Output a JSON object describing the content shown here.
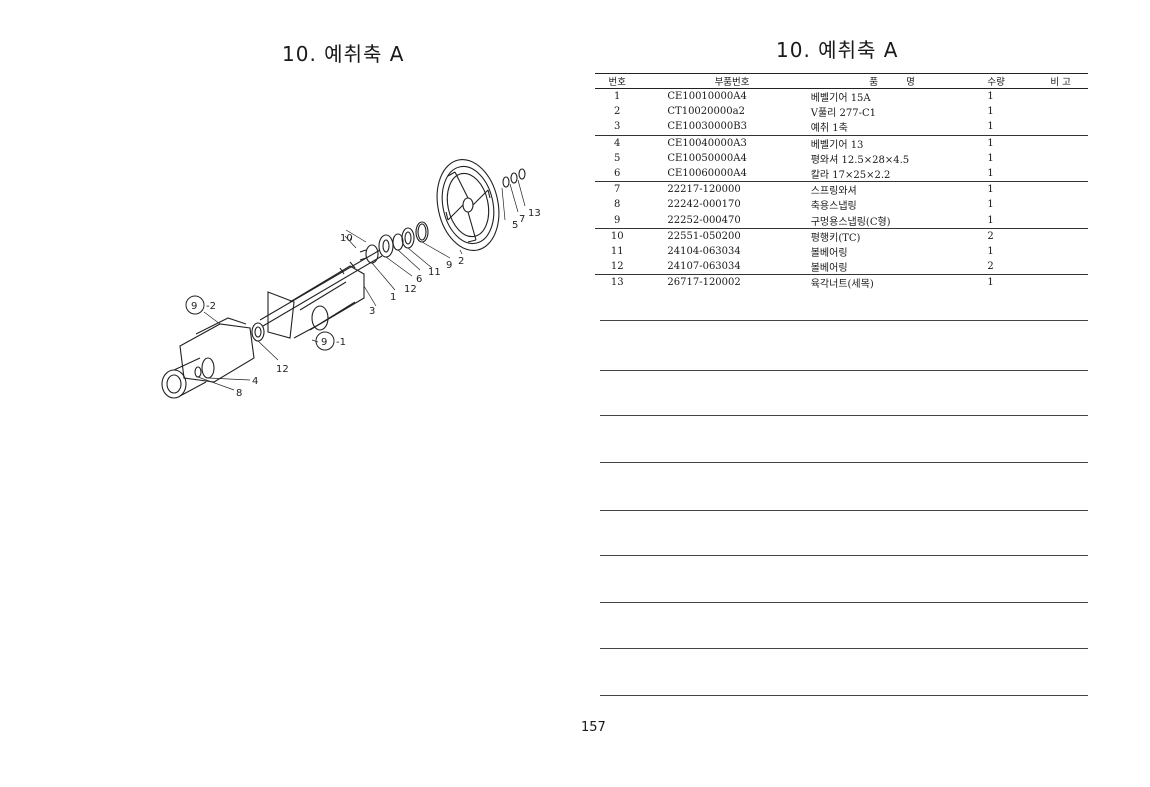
{
  "left_page": {
    "title": "10. 예취축 A",
    "callouts": {
      "n10": "10",
      "n13": "13",
      "n7": "7",
      "n5": "5",
      "n2": "2",
      "n9a": "9",
      "n11": "11",
      "n6": "6",
      "n12a": "12",
      "n1": "1",
      "n3": "3",
      "n9_2": "9",
      "n9_2_suffix": "-2",
      "n9_1": "9",
      "n9_1_suffix": "-1",
      "n12b": "12",
      "n4": "4",
      "n8": "8"
    }
  },
  "right_page": {
    "title": "10. 예취축 A",
    "table": {
      "headers": {
        "no": "번호",
        "part_no": "부품번호",
        "name_a": "품",
        "name_b": "명",
        "qty": "수량",
        "note": "비  고"
      },
      "rows": [
        {
          "no": "1",
          "part_no": "CE10010000A4",
          "name": "베벨기어 15A",
          "qty": "1"
        },
        {
          "no": "2",
          "part_no": "CT10020000a2",
          "name": "V풀리 277-C1",
          "qty": "1"
        },
        {
          "no": "3",
          "part_no": "CE10030000B3",
          "name": "예취 1축",
          "qty": "1"
        },
        {
          "no": "4",
          "part_no": "CE10040000A3",
          "name": "베벨기어 13",
          "qty": "1"
        },
        {
          "no": "5",
          "part_no": "CE10050000A4",
          "name": "평와셔 12.5×28×4.5",
          "qty": "1"
        },
        {
          "no": "6",
          "part_no": "CE10060000A4",
          "name": "칼라 17×25×2.2",
          "qty": "1"
        },
        {
          "no": "7",
          "part_no": "22217-120000",
          "name": "스프링와셔",
          "qty": "1"
        },
        {
          "no": "8",
          "part_no": "22242-000170",
          "name": "축용스냅링",
          "qty": "1"
        },
        {
          "no": "9",
          "part_no": "22252-000470",
          "name": "구멍용스냅링(C형)",
          "qty": "1"
        },
        {
          "no": "10",
          "part_no": "22551-050200",
          "name": "평행키(TC)",
          "qty": "2"
        },
        {
          "no": "11",
          "part_no": "24104-063034",
          "name": "볼베어링",
          "qty": "1"
        },
        {
          "no": "12",
          "part_no": "24107-063034",
          "name": "볼베어링",
          "qty": "2"
        },
        {
          "no": "13",
          "part_no": "26717-120002",
          "name": "육각너트(세목)",
          "qty": "1"
        }
      ]
    }
  },
  "page_number": "157"
}
